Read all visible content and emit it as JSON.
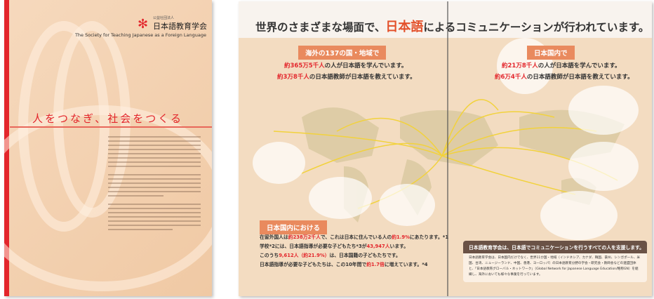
{
  "cover": {
    "org_type": "公益社団法人",
    "org_name": "日本語教育学会",
    "org_name_en": "The Society for Teaching Japanese as a Foreign Language",
    "slogan": "人をつなぎ、社会をつくる",
    "accent_color": "#e3262c"
  },
  "spread": {
    "title_pre": "世界のさまざまな場面で、",
    "title_highlight": "日本語",
    "title_post": "によるコミュニケーションが行われています。",
    "overseas": {
      "tag": "海外の137の国・地域で",
      "learners_num": "約365万5千人",
      "learners_text": "の人が日本語を学んでいます。",
      "teachers_num": "約3万8千人",
      "teachers_text": "の日本語教師が日本語を教えています。"
    },
    "domestic": {
      "tag": "日本国内で",
      "learners_num": "約21万8千人",
      "learners_text": "の人が日本語を学んでいます。",
      "teachers_num": "約6万4千人",
      "teachers_text": "の日本語教師が日本語を教えています。"
    },
    "in_japan": {
      "tag": "日本国内における",
      "lines": [
        {
          "a": "在留外国人は",
          "b": "約238万2千人",
          "c": "で、これは日本に住んでいる人の",
          "d": "約1.9%",
          "e": "にあたります。*1"
        },
        {
          "a": "学校*2には、日本語指導が必要な子どもたち*3が",
          "b": "43,947人",
          "c": "います。",
          "d": "",
          "e": ""
        },
        {
          "a": "このうち",
          "b": "9,612人（約21.9%）",
          "c": "は、日本国籍の子どもたちです。",
          "d": "",
          "e": ""
        },
        {
          "a": "日本語指導が必要な子どもたちは、この10年間で",
          "b": "約1.7倍",
          "c": "に増えています。*4",
          "d": "",
          "e": ""
        }
      ]
    },
    "support": {
      "heading": "日本語教育学会は、日本語でコミュニケーションを行うすべての人を支援します。",
      "body": "日本語教育学会は、日本国内だけでなく、世界11か国・地域（インドネシア、カナダ、韓国、豪州、シンガポール、米国、台湾、ニュージーランド、中国、香港、ヨーロッパ）の日本語教育分野の学会・研究会・教師会などの連盟団体と、「日本語教育グローバル・ネットワーク」（Global Network for Japanese Language Education/略称GN）を組織し、海外においても様々な事業を行っています。"
    },
    "highlight_color": "#e3502a",
    "tag_color": "#e98a5e"
  }
}
